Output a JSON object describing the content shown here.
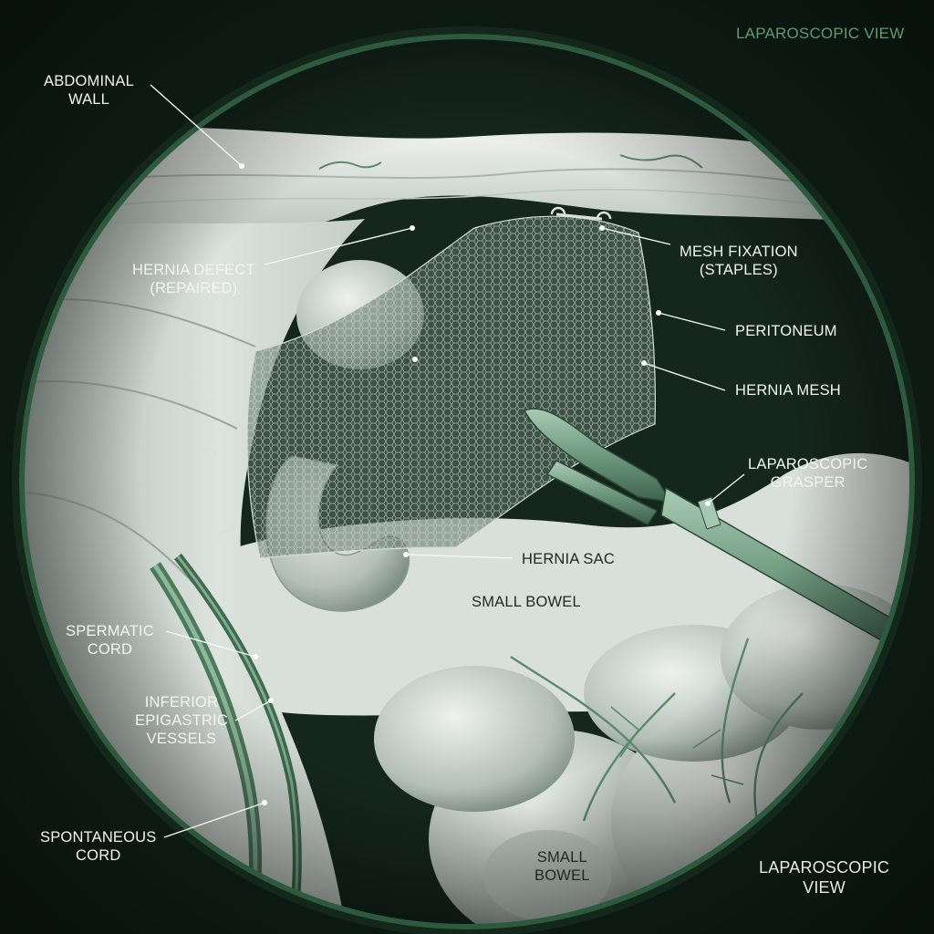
{
  "top_view_label": "LAPAROSCOPIC VIEW",
  "bottom_view_label_line1": "LAPAROSCOPIC",
  "bottom_view_label_line2": "VIEW",
  "labels": {
    "abdominal_wall_1": "ABDOMINAL",
    "abdominal_wall_2": "WALL",
    "hernia_defect_1": "HERNIA DEFECT",
    "hernia_defect_2": "(REPAIRED)",
    "mesh_fixation_1": "MESH FIXATION",
    "mesh_fixation_2": "(STAPLES)",
    "peritoneum": "PERITONEUM",
    "hernia_mesh": "HERNIA MESH",
    "grasper_1": "LAPAROSCOPIC",
    "grasper_2": "GRASPER",
    "hernia_sac": "HERNIA SAC",
    "small_bowel_upper": "SMALL BOWEL",
    "spermatic_cord_1": "SPERMATIC",
    "spermatic_cord_2": "CORD",
    "inferior_1": "INFERIOR",
    "inferior_2": "EPIGASTRIC",
    "inferior_3": "VESSELS",
    "spontaneous_1": "SPONTANEOUS",
    "spontaneous_2": "CORD",
    "small_bowel_lower_1": "SMALL",
    "small_bowel_lower_2": "BOWEL"
  },
  "colors": {
    "frame": "#0f1d16",
    "rim": "#2d5a3c",
    "tissue": "#d9dfdb",
    "mesh": "#6f8478",
    "vessel": "#5d8a6a",
    "instrument": "#7aa58a"
  }
}
